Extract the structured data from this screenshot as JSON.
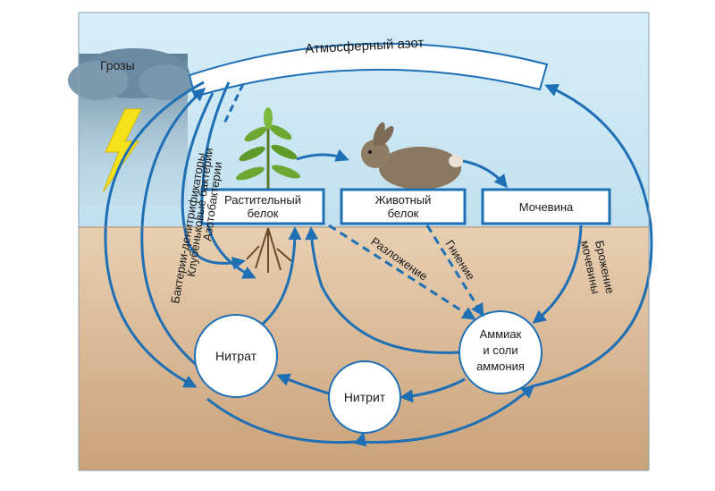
{
  "diagram": {
    "atmosphere_label": "Атмосферный азот",
    "storms_label": "Грозы",
    "plant_protein": [
      "Растительный",
      "белок"
    ],
    "animal_protein": [
      "Животный",
      "белок"
    ],
    "urea": "Мочевина",
    "nitrate": "Нитрат",
    "nitrite": "Нитрит",
    "ammonia": [
      "Аммиак",
      "и соли",
      "аммония"
    ],
    "denitrifiers": "Бактерии-денитрификаторы",
    "nodule_bacteria": "Клубеньковые бактерии",
    "azotobacter": "Азотобактерии",
    "decomposition": "Разложение",
    "rotting": "Гниение",
    "urea_fermentation": [
      "Брожение",
      "мочевины"
    ]
  },
  "colors": {
    "sky": "#b9dcef",
    "soil": "#d9b48e",
    "arrow": "#1f6fb5",
    "box_border": "#1f6fb5"
  }
}
